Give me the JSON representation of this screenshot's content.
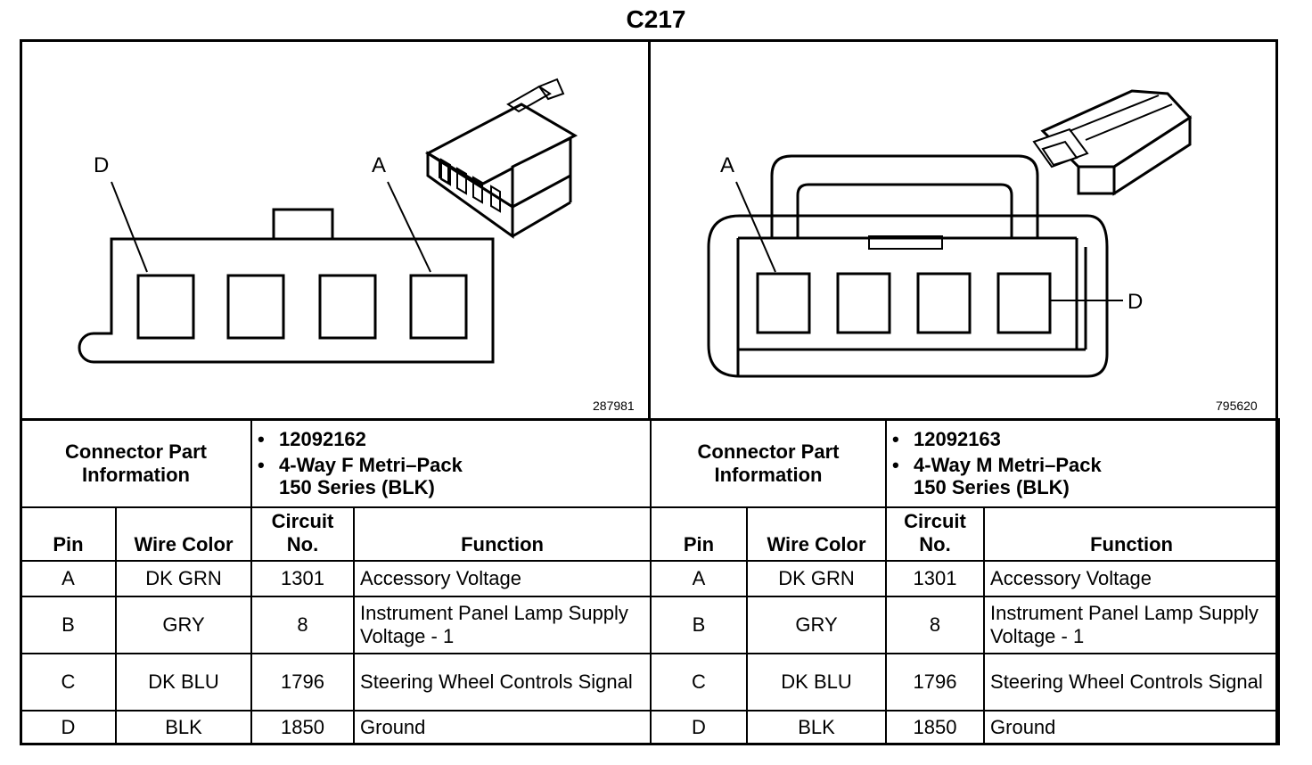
{
  "title": "C217",
  "left": {
    "figure_id": "287981",
    "pin_labels": {
      "first": "D",
      "last": "A"
    },
    "info_label": "Connector Part Information",
    "part_number": "12092162",
    "description_line1": "4-Way F Metri–Pack",
    "description_line2": "150 Series (BLK)",
    "headers": {
      "pin": "Pin",
      "wire_color": "Wire Color",
      "circuit": "Circuit No.",
      "function": "Function"
    },
    "rows": [
      {
        "pin": "A",
        "wire": "DK GRN",
        "circuit": "1301",
        "function": "Accessory Voltage"
      },
      {
        "pin": "B",
        "wire": "GRY",
        "circuit": "8",
        "function": "Instrument Panel Lamp Supply Voltage - 1"
      },
      {
        "pin": "C",
        "wire": "DK BLU",
        "circuit": "1796",
        "function": "Steering Wheel Controls Signal"
      },
      {
        "pin": "D",
        "wire": "BLK",
        "circuit": "1850",
        "function": "Ground"
      }
    ]
  },
  "right": {
    "figure_id": "795620",
    "pin_labels": {
      "first": "A",
      "last": "D"
    },
    "info_label": "Connector Part Information",
    "part_number": "12092163",
    "description_line1": "4-Way M Metri–Pack",
    "description_line2": "150 Series (BLK)",
    "headers": {
      "pin": "Pin",
      "wire_color": "Wire Color",
      "circuit": "Circuit No.",
      "function": "Function"
    },
    "rows": [
      {
        "pin": "A",
        "wire": "DK GRN",
        "circuit": "1301",
        "function": "Accessory Voltage"
      },
      {
        "pin": "B",
        "wire": "GRY",
        "circuit": "8",
        "function": "Instrument Panel Lamp Supply Voltage - 1"
      },
      {
        "pin": "C",
        "wire": "DK BLU",
        "circuit": "1796",
        "function": "Steering Wheel Controls Signal"
      },
      {
        "pin": "D",
        "wire": "BLK",
        "circuit": "1850",
        "function": "Ground"
      }
    ]
  }
}
